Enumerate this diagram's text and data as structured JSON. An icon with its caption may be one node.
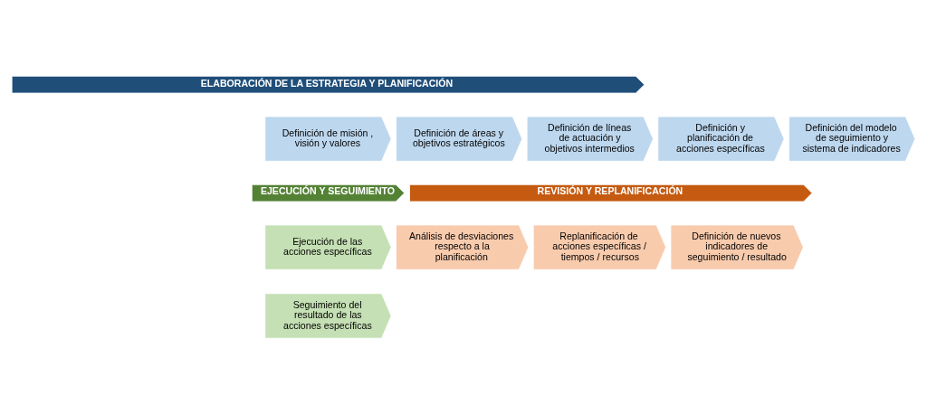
{
  "diagram": {
    "nodes": [
      {
        "text": [
          "ELABORACIÓN DE LA ESTRATEGIA Y PLANIFICACIÓN"
        ]
      },
      {
        "text": [
          "Definición de misión , visión y valores"
        ]
      },
      {
        "text": [
          "Definición de áreas y objetivos estratégicos"
        ]
      },
      {
        "text": [
          "Definición de líneas de actuación y objetivos intermedios"
        ]
      },
      {
        "text": [
          "Definición y planificación de acciones específicas"
        ]
      },
      {
        "text": [
          "Definición del modelo de seguimiento y sistema de indicadores"
        ]
      },
      {
        "text": [
          "EJECUCIÓN Y SEGUIMIENTO"
        ]
      },
      {
        "text": [
          "Ejecución de las acciones específicas"
        ]
      },
      {
        "text": [
          "Seguimiento del resultado de las acciones específicas"
        ]
      },
      {
        "text": [
          "REVISIÓN Y REPLANIFICACIÓN"
        ]
      },
      {
        "text": [
          "Análisis de desviaciones respecto a la planificación"
        ]
      },
      {
        "text": [
          "Replanificación de acciones específicas / tiempos / recursos"
        ]
      },
      {
        "text": [
          "Definición de nuevos indicadores de seguimiento / resultado"
        ]
      }
    ],
    "edges": []
  }
}
